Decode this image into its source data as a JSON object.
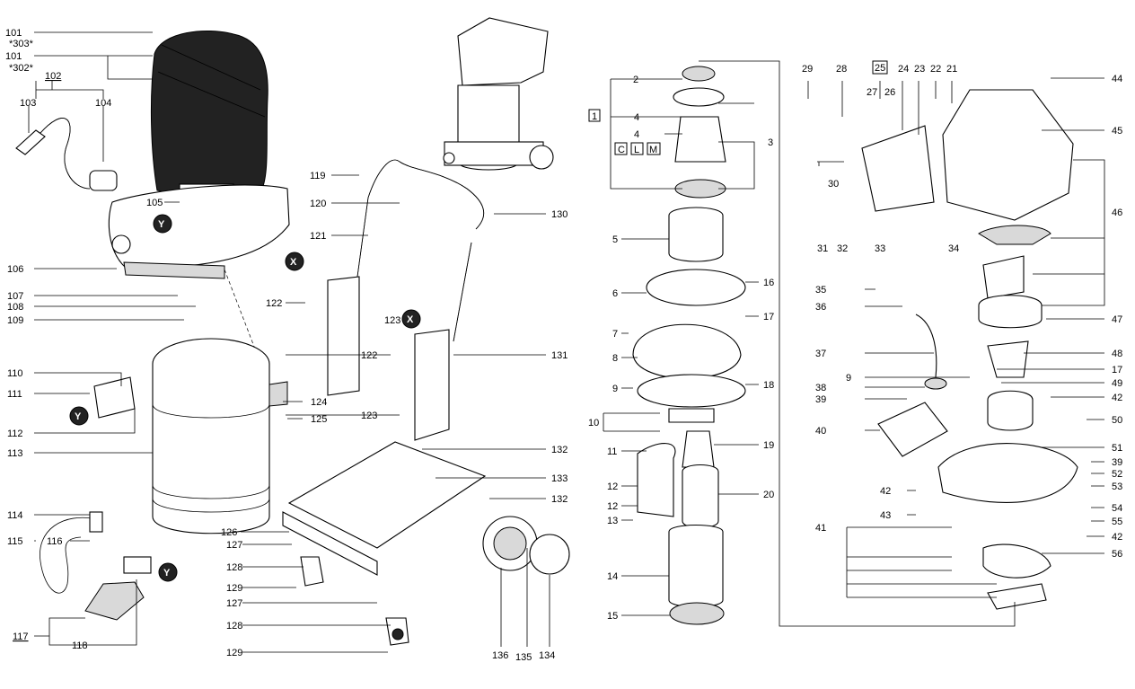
{
  "labels": {
    "101": "101",
    "303": "*303*",
    "302": "*302*",
    "102": "102",
    "103": "103",
    "104": "104",
    "105": "105",
    "106": "106",
    "107": "107",
    "108": "108",
    "109": "109",
    "110": "110",
    "111": "111",
    "112": "112",
    "113": "113",
    "114": "114",
    "115": "115",
    "116": "116",
    "117": "117",
    "118": "118",
    "119": "119",
    "120": "120",
    "121": "121",
    "122": "122",
    "123": "123",
    "124": "124",
    "125": "125",
    "126": "126",
    "127": "127",
    "128": "128",
    "129": "129",
    "130": "130",
    "131": "131",
    "132": "132",
    "133": "133",
    "134": "134",
    "135": "135",
    "136": "136",
    "1": "1",
    "2": "2",
    "3": "3",
    "4": "4",
    "5": "5",
    "6": "6",
    "7": "7",
    "8": "8",
    "9": "9",
    "10": "10",
    "11": "11",
    "12": "12",
    "13": "13",
    "14": "14",
    "15": "15",
    "16": "16",
    "17": "17",
    "18": "18",
    "19": "19",
    "20": "20",
    "21": "21",
    "22": "22",
    "23": "23",
    "24": "24",
    "25": "25",
    "26": "26",
    "27": "27",
    "28": "28",
    "29": "29",
    "30": "30",
    "31": "31",
    "32": "32",
    "33": "33",
    "34": "34",
    "35": "35",
    "36": "36",
    "37": "37",
    "38": "38",
    "39": "39",
    "40": "40",
    "41": "41",
    "42": "42",
    "43": "43",
    "44": "44",
    "45": "45",
    "46": "46",
    "47": "47",
    "48": "48",
    "49": "49",
    "50": "50",
    "51": "51",
    "52": "52",
    "53": "53",
    "54": "54",
    "55": "55",
    "56": "56",
    "C": "C",
    "L": "L",
    "M": "M",
    "X": "X",
    "Y": "Y"
  },
  "colors": {
    "line": "#000000",
    "part_fill": "#ffffff",
    "shade": "#d9d9d9",
    "marker": "#222222"
  }
}
